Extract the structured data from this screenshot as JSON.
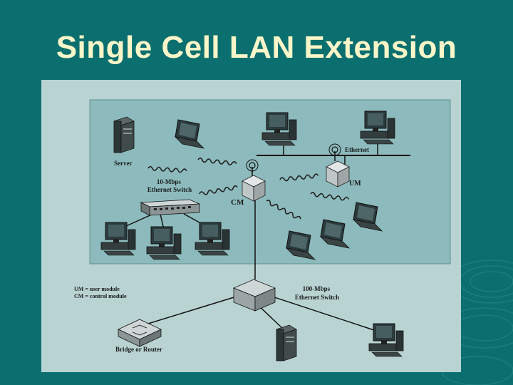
{
  "slide": {
    "title": "Single Cell LAN Extension"
  },
  "diagram": {
    "labels": {
      "server": "Server",
      "switch10": "10-Mbps\nEthernet Switch",
      "ethernet": "Ethernet",
      "um": "UM",
      "cm": "CM",
      "switch100": "100-Mbps\nEthernet Switch",
      "bridge": "Bridge or Router",
      "legend_um": "UM = user module",
      "legend_cm": "CM = control module"
    },
    "colors": {
      "background": "#0b6f6f",
      "title": "#fbf6c9",
      "figure_bg": "#b9d3d3",
      "cell_bg": "#8dbbbd"
    }
  }
}
